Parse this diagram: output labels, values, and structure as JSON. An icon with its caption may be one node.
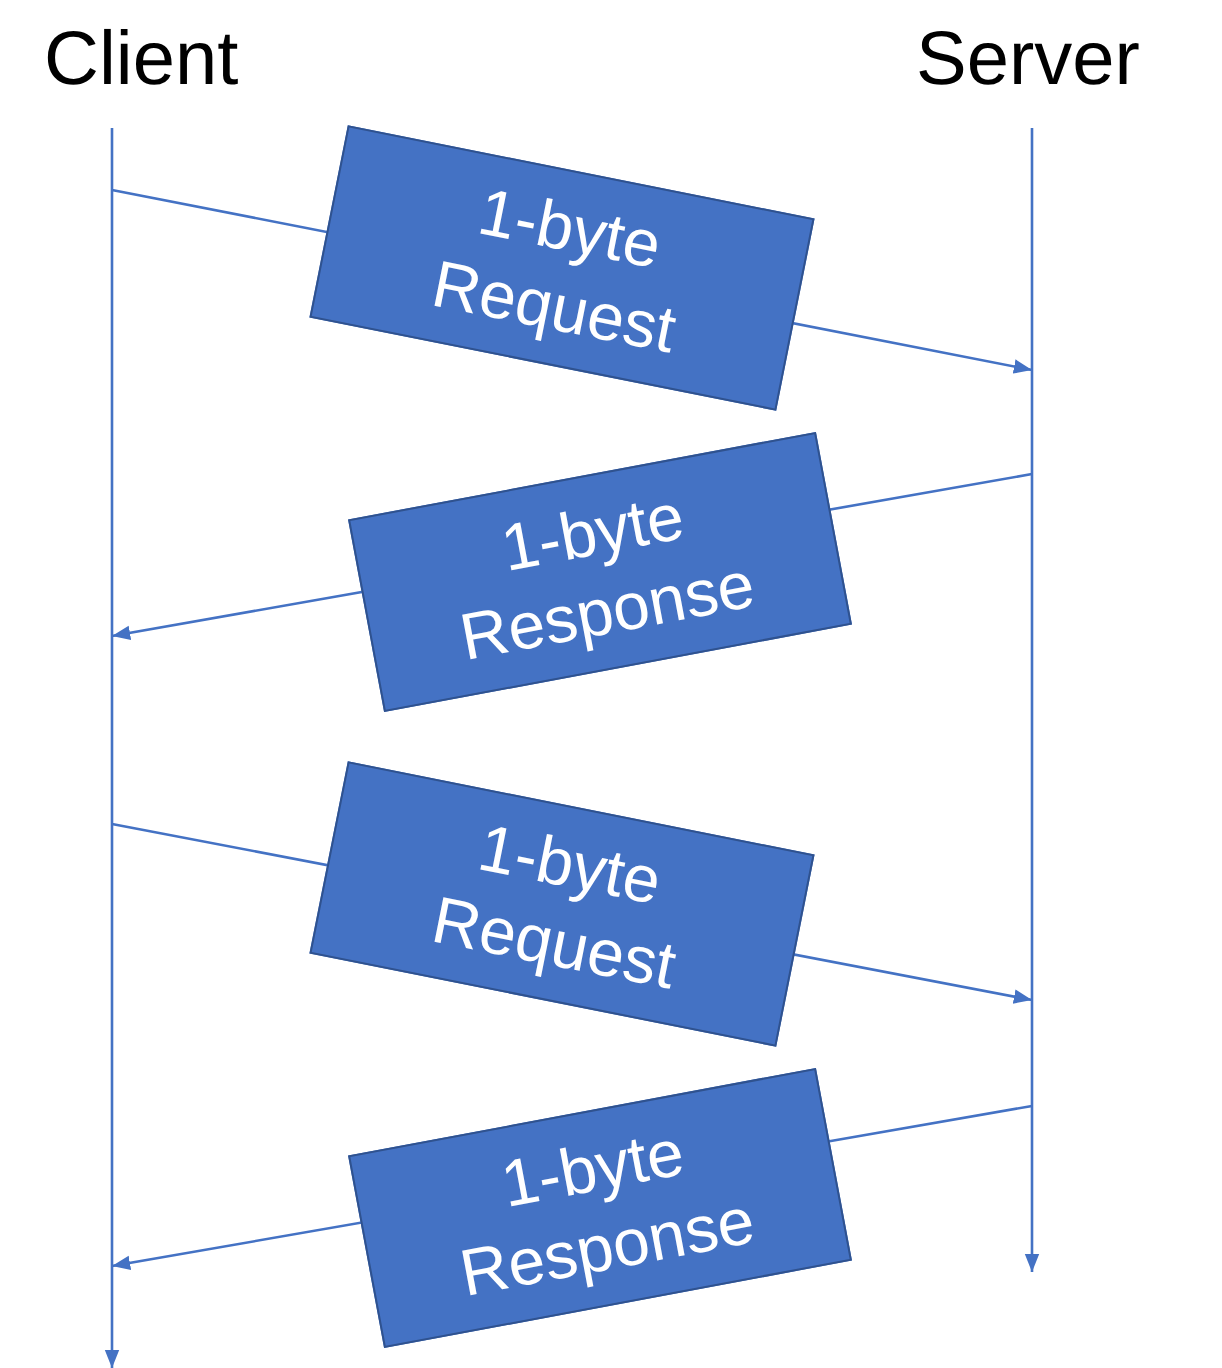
{
  "diagram": {
    "nodes": [
      {
        "text": [
          "Client"
        ]
      },
      {
        "text": [
          "Server"
        ]
      }
    ],
    "edges": [
      {
        "from": 0,
        "to": null,
        "arrow": "to"
      },
      {
        "from": 1,
        "to": null,
        "arrow": "to"
      },
      {
        "from": 0,
        "to": 1,
        "arrow": "to",
        "label": "1-byte Request"
      },
      {
        "from": 1,
        "to": 0,
        "arrow": "to",
        "label": "1-byte Response"
      },
      {
        "from": 0,
        "to": 1,
        "arrow": "to",
        "label": "1-byte Request"
      },
      {
        "from": 1,
        "to": 0,
        "arrow": "to",
        "label": "1-byte Response"
      }
    ]
  }
}
